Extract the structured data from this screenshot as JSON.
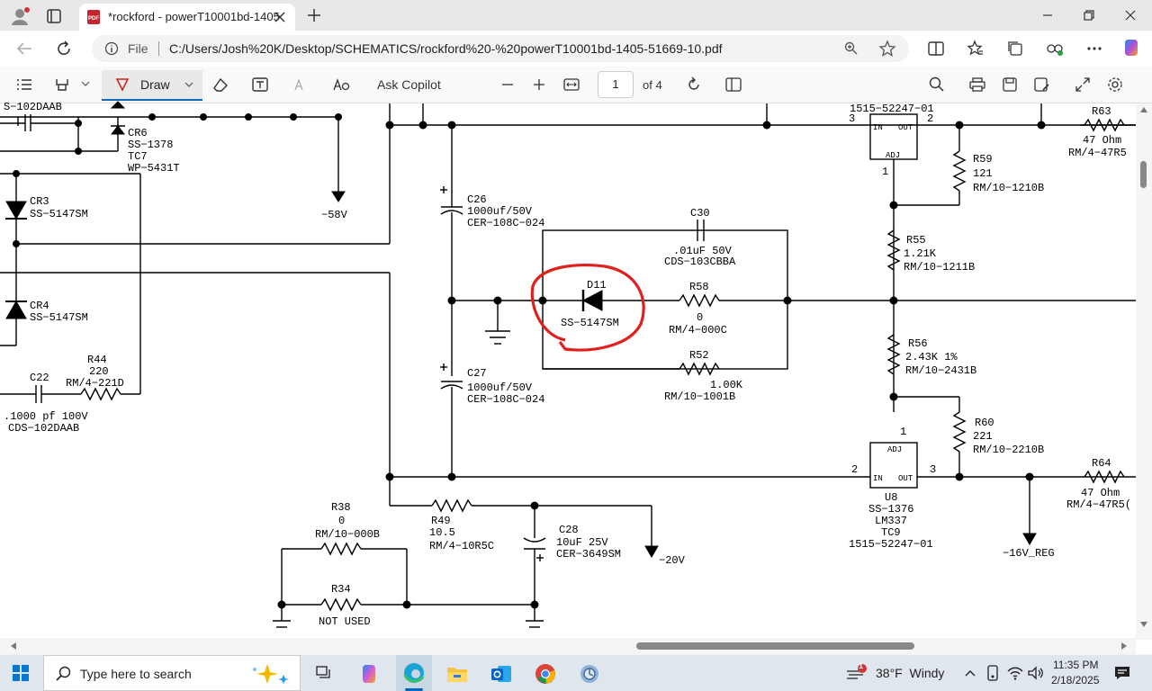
{
  "browser": {
    "tab_title": "*rockford - powerT10001bd-1405",
    "url_scheme_label": "File",
    "url": "C:/Users/Josh%20K/Desktop/SCHEMATICS/rockford%20-%20powerT10001bd-1405-51669-10.pdf"
  },
  "pdf_toolbar": {
    "draw_label": "Draw",
    "ask_copilot_label": "Ask Copilot",
    "page_number": "1",
    "page_total": "of 4"
  },
  "schematic": {
    "labels": {
      "t_102daab_top": "S−102DAAB",
      "t_cr6": "CR6",
      "t_ss1378": "SS−1378",
      "t_tc7": "TC7",
      "t_wp5431": "WP−5431T",
      "t_58v": "−58V",
      "t_cr3": "CR3",
      "t_cr3_part": "SS−5147SM",
      "t_cr4": "CR4",
      "t_cr4_part": "SS−5147SM",
      "t_c22": "C22",
      "t_r44": "R44",
      "t_r44_val": "220",
      "t_r44_part": "RM/4−221D",
      "t_c22_val": ".1000 pf 100V",
      "t_c22_part": "CDS−102DAAB",
      "t_c26": "C26",
      "t_c26_val": "1000uf/50V",
      "t_c26_part": "CER−108C−024",
      "t_c27": "C27",
      "t_c27_val": "1000uf/50V",
      "t_c27_part": "CER−108C−024",
      "t_c30": "C30",
      "t_c30_val": ".01uF 50V",
      "t_c30_part": "CDS−103CBBA",
      "t_d11": "D11",
      "t_d11_part": "SS−5147SM",
      "t_r58": "R58",
      "t_r58_val": "0",
      "t_r58_part": "RM/4−000C",
      "t_r52": "R52",
      "t_r52_val": "1.00K",
      "t_r52_part": "RM/10−1001B",
      "t_u_top_part": "1515−52247−01",
      "t_pin3_top": "3",
      "t_pin2_top": "2",
      "t_pin1_top": "1",
      "t_in": "IN",
      "t_out": "OUT",
      "t_adj": "ADJ",
      "t_r63": "R63",
      "t_r63_val": "47 Ohm",
      "t_r63_part": "RM/4−47R5",
      "t_r59": "R59",
      "t_r59_val": "121",
      "t_r59_part": "RM/10−1210B",
      "t_r55": "R55",
      "t_r55_val": "1.21K",
      "t_r55_part": "RM/10−1211B",
      "t_r56": "R56",
      "t_r56_val": "2.43K 1%",
      "t_r56_part": "RM/10−2431B",
      "t_r60": "R60",
      "t_r60_val": "221",
      "t_r60_part": "RM/10−2210B",
      "t_u8": "U8",
      "t_u8_p1": "SS−1376",
      "t_u8_p2": "LM337",
      "t_u8_p3": "TC9",
      "t_u8_p4": "1515−52247−01",
      "t_pin1_bot": "1",
      "t_pin2_bot": "2",
      "t_pin3_bot": "3",
      "t_r64": "R64",
      "t_r64_val": "47 Ohm",
      "t_r64_part": "RM/4−47R5(",
      "t_16v": "−16V_REG",
      "t_r38": "R38",
      "t_r38_val": "0",
      "t_r38_part": "RM/10−000B",
      "t_r49": "R49",
      "t_r49_val": "10.5",
      "t_r49_part": "RM/4−10R5C",
      "t_c28": "C28",
      "t_c28_val": "10uF 25V",
      "t_c28_part": "CER−3649SM",
      "t_20v": "−20V",
      "t_r34": "R34",
      "t_r34_val": "NOT USED"
    }
  },
  "taskbar": {
    "search_placeholder": "Type here to search",
    "weather": "38°F  Windy",
    "time": "11:35 PM",
    "date": "2/18/2025",
    "notification_count": "1"
  }
}
